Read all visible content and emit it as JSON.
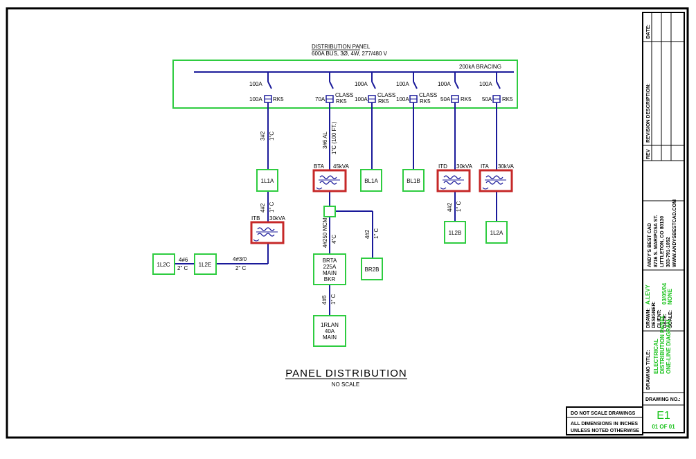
{
  "panel": {
    "title": "DISTRIBUTION PANEL",
    "subtitle": "600A BUS, 3Ø, 4W, 277/480 V",
    "bracing": "200kA BRACING"
  },
  "breakers": [
    {
      "top": "100A",
      "fuse": "100A",
      "type": "RK5"
    },
    {
      "top": "",
      "fuse": "70A",
      "class": "CLASS",
      "type": "RK5"
    },
    {
      "top": "100A",
      "fuse": "100A",
      "class": "CLASS",
      "type": "RK5"
    },
    {
      "top": "100A",
      "fuse": "100A",
      "class": "CLASS",
      "type": "RK5"
    },
    {
      "top": "100A",
      "fuse": "50A",
      "type": "RK5"
    },
    {
      "top": "100A",
      "fuse": "50A",
      "type": "RK5"
    }
  ],
  "cables": {
    "c1": [
      "3#2",
      "1\"C"
    ],
    "c2": [
      "3#6 AL",
      "1\"C (100 FT.)"
    ],
    "c3": [
      "4#2",
      "1\" C"
    ],
    "c4": [
      "4#250 MCM",
      "4\"C"
    ],
    "c5": [
      "4#2",
      "1\" C"
    ],
    "c6": [
      "4#2",
      "1\" C"
    ],
    "c7": [
      "4#6",
      "2\" C"
    ],
    "c8": [
      "4#3/0",
      "2\" C"
    ],
    "c9": [
      "4#6",
      "1\" C"
    ]
  },
  "transformers": [
    {
      "name": "BTA",
      "rating": "45kVA"
    },
    {
      "name": "ITD",
      "rating": "30kVA"
    },
    {
      "name": "ITA",
      "rating": "30kVA"
    },
    {
      "name": "ITB",
      "rating": "30kVA"
    }
  ],
  "panels": {
    "p1L1A": "1L1A",
    "pBL1A": "BL1A",
    "pBL1B": "BL1B",
    "p1L2B": "1L2B",
    "p1L2A": "1L2A",
    "p1L2C": "1L2C",
    "p1L2E": "1L2E",
    "pBR2B": "BR2B",
    "brta": [
      "BRTA",
      "225A",
      "MAIN",
      "BKR"
    ],
    "rlan": [
      "1RLAN",
      "40A",
      "MAIN"
    ]
  },
  "drawing": {
    "title": "PANEL DISTRIBUTION",
    "scale": "NO SCALE"
  },
  "titleblock": {
    "date_label": "DATE:",
    "revision_label": "REVISION DESCRIPTION:",
    "rev_label": "REV",
    "company": [
      "ANDY'S BEST CAD",
      "8716 S. MARIPOSA ST.",
      "LITTLETON, CO 80130",
      "303-791-1052",
      "WWW.ANDYSBESTCAD.COM"
    ],
    "drawn_label": "DRAWN:",
    "drawn": "A.LEVY",
    "designer_label": "DESIGNER:",
    "client_label": "CLIENT:",
    "date2_label": "DATE:",
    "date2": "03/05/04",
    "scale_label": "SCALE:",
    "scale": "NONE",
    "drawing_title_label": "DRAWING TITLE:",
    "drawing_title": [
      "ELECTRICAL",
      "DISTRIBUTION PANEL",
      "ONE-LINE DIAGRAM"
    ],
    "drawing_no_label": "DRAWING NO.:",
    "drawing_no": "E1",
    "sheet": "01 OF 01",
    "notes": [
      "DO NOT SCALE DRAWINGS",
      "ALL DIMENSIONS IN INCHES",
      "UNLESS NOTED OTHERWISE"
    ]
  }
}
